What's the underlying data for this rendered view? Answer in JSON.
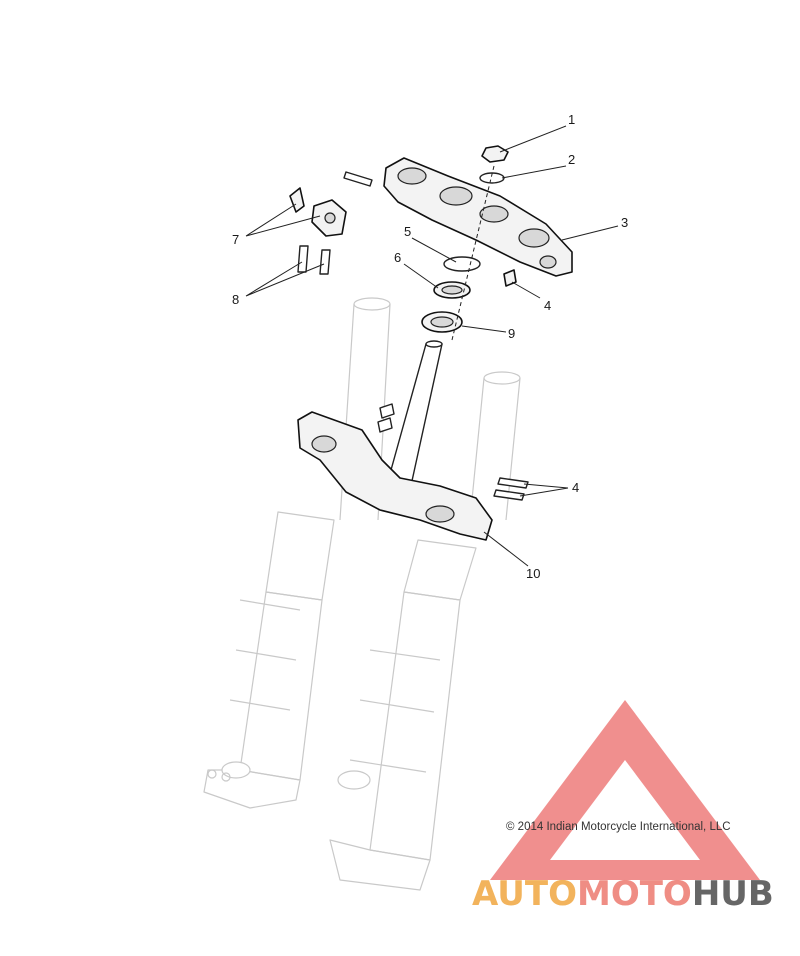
{
  "diagram": {
    "callouts": [
      {
        "id": "c1",
        "label": "1"
      },
      {
        "id": "c2",
        "label": "2"
      },
      {
        "id": "c3",
        "label": "3"
      },
      {
        "id": "c4a",
        "label": "4"
      },
      {
        "id": "c5",
        "label": "5"
      },
      {
        "id": "c6",
        "label": "6"
      },
      {
        "id": "c7",
        "label": "7"
      },
      {
        "id": "c8",
        "label": "8"
      },
      {
        "id": "c9",
        "label": "9"
      },
      {
        "id": "c4b",
        "label": "4"
      },
      {
        "id": "c10",
        "label": "10"
      }
    ],
    "copyright": "© 2014 Indian Motorcycle International, LLC"
  },
  "watermark": {
    "word_part1": "AUTO",
    "word_part2": "MOTO",
    "word_part3": "HUB",
    "colors": {
      "triangle": "#e8504f",
      "auto": "#f2b35c",
      "moto": "#ef8d84",
      "hub": "#666666"
    }
  }
}
